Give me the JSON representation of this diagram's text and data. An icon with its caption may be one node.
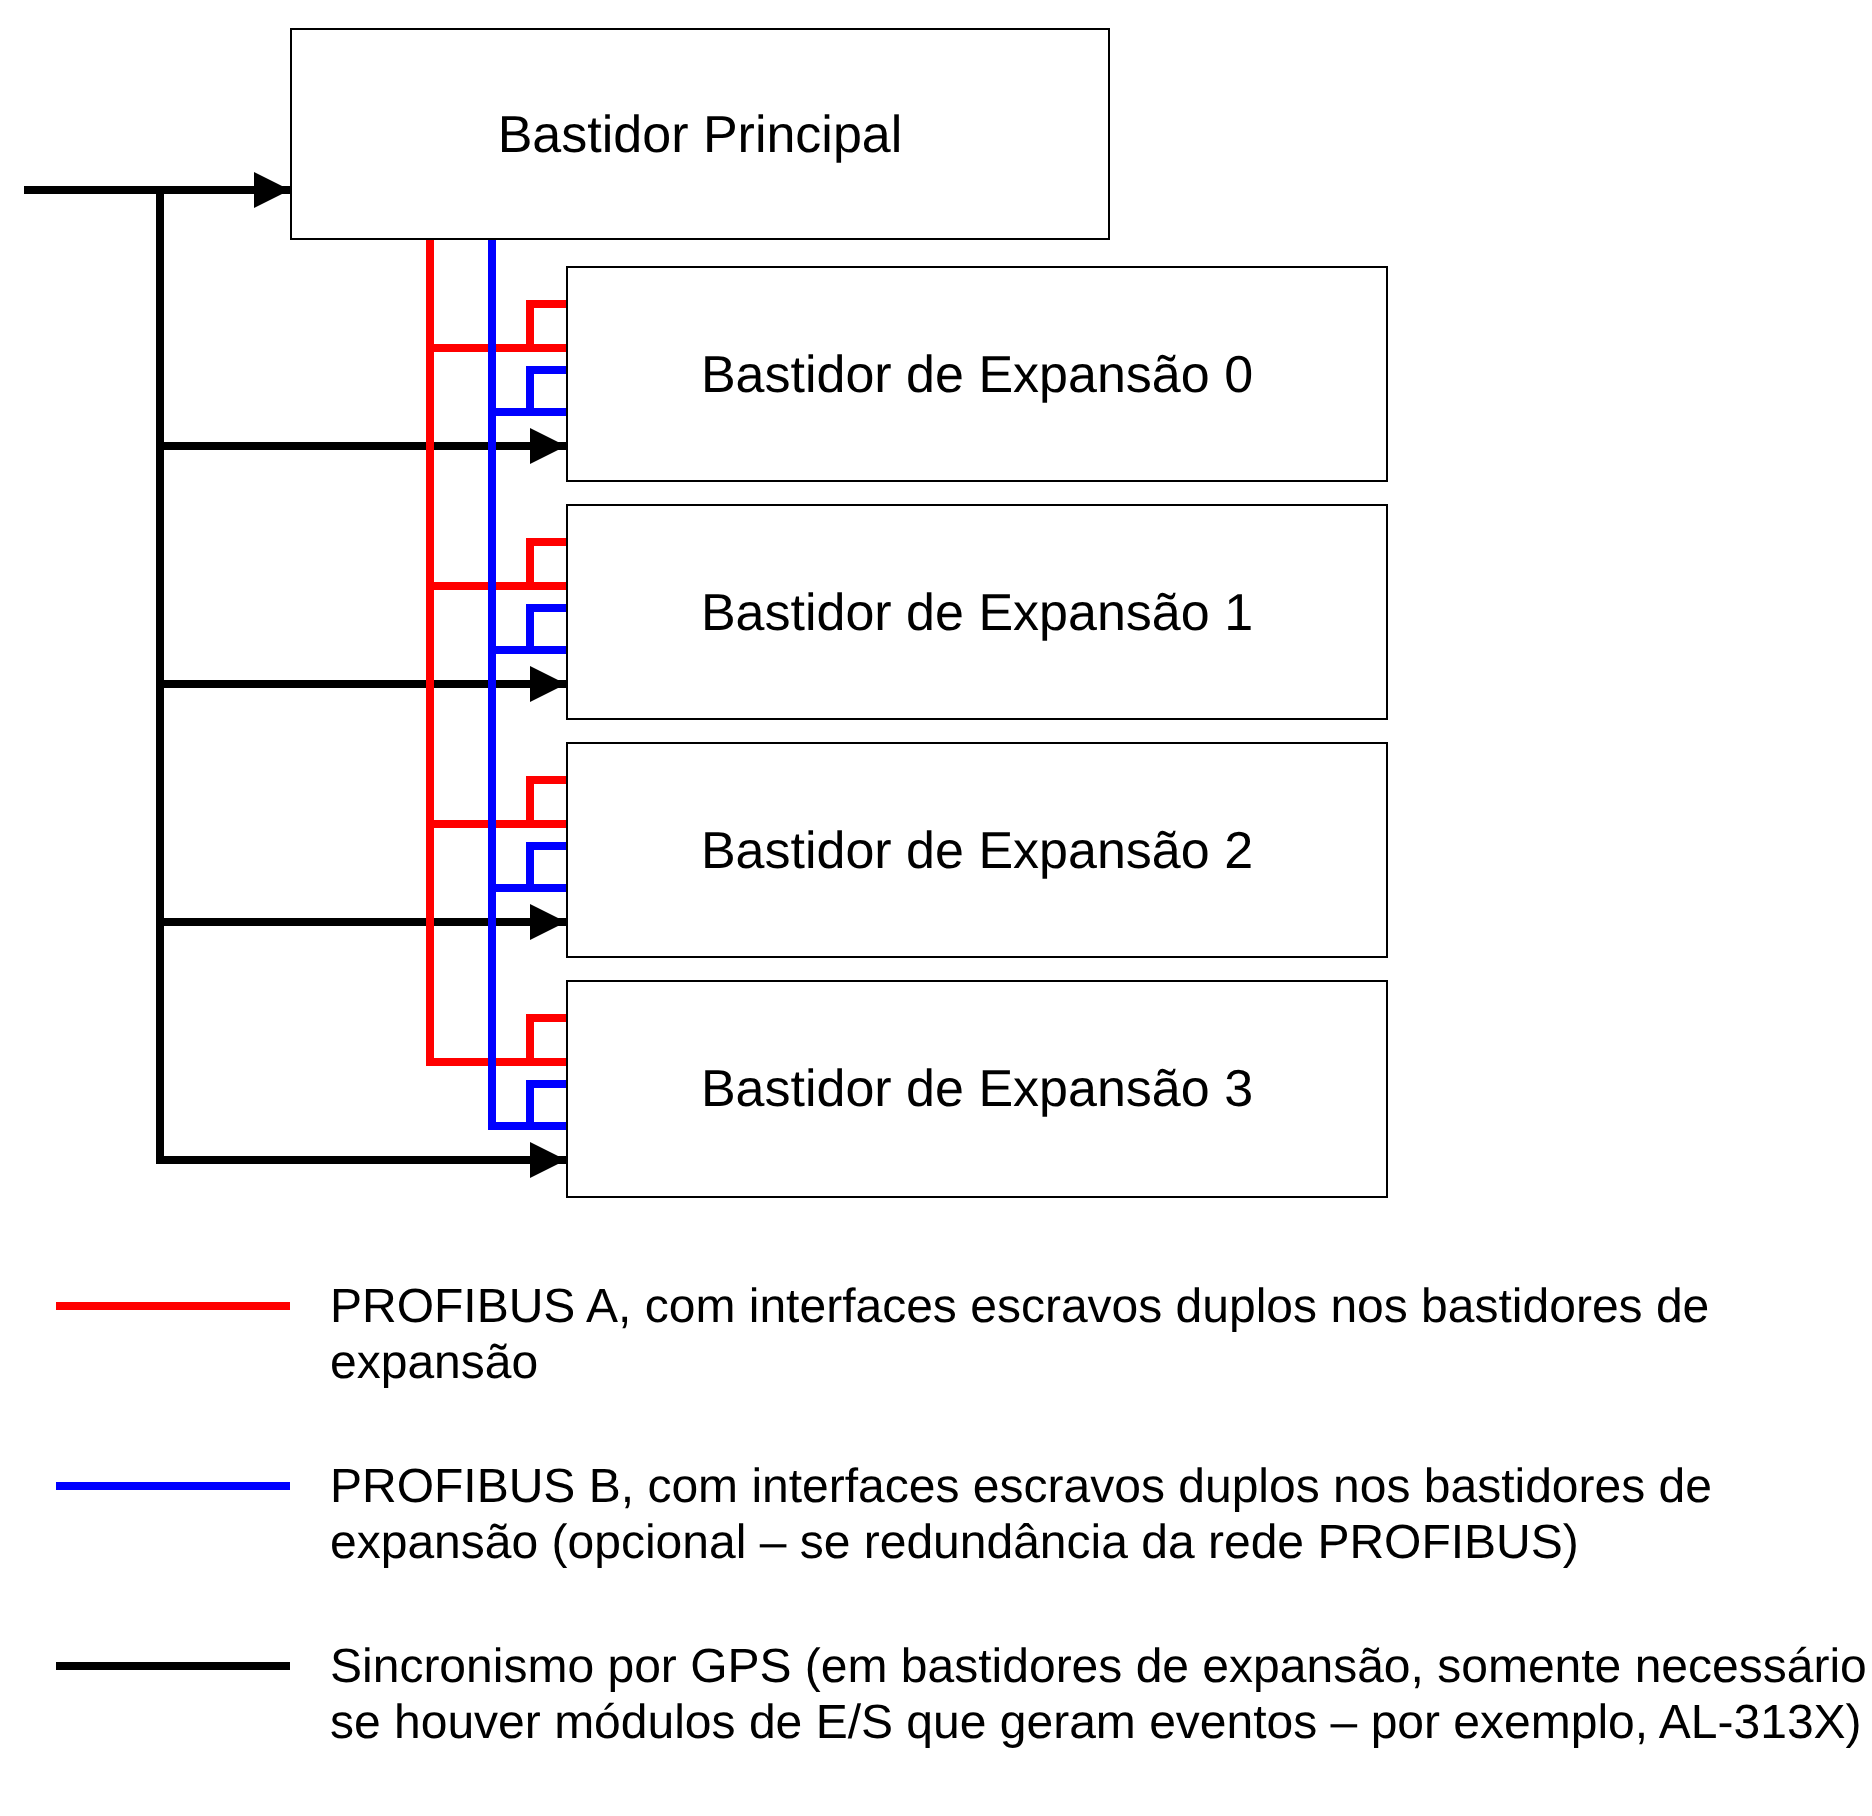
{
  "diagram": {
    "nodes": [
      {
        "text": [
          "Bastidor Principal"
        ]
      },
      {
        "text": [
          "Bastidor de Expansão 0"
        ]
      },
      {
        "text": [
          "Bastidor de Expansão 1"
        ]
      },
      {
        "text": [
          "Bastidor de Expansão 2"
        ]
      },
      {
        "text": [
          "Bastidor de Expansão 3"
        ]
      }
    ],
    "edges": [
      {
        "from": null,
        "to": 0,
        "arrow": "to"
      },
      {
        "from": null,
        "to": 1,
        "arrow": "to"
      },
      {
        "from": null,
        "to": 2,
        "arrow": "to"
      },
      {
        "from": null,
        "to": 3,
        "arrow": "to"
      },
      {
        "from": null,
        "to": 4,
        "arrow": "to"
      },
      {
        "from": 0,
        "to": 1,
        "arrow": "none",
        "color": "#ff0000"
      },
      {
        "from": 0,
        "to": 2,
        "arrow": "none",
        "color": "#ff0000"
      },
      {
        "from": 0,
        "to": 3,
        "arrow": "none",
        "color": "#ff0000"
      },
      {
        "from": 0,
        "to": 4,
        "arrow": "none",
        "color": "#ff0000"
      },
      {
        "from": 0,
        "to": 1,
        "arrow": "none",
        "color": "#0000ff"
      },
      {
        "from": 0,
        "to": 2,
        "arrow": "none",
        "color": "#0000ff"
      },
      {
        "from": 0,
        "to": 3,
        "arrow": "none",
        "color": "#0000ff"
      },
      {
        "from": 0,
        "to": 4,
        "arrow": "none",
        "color": "#0000ff"
      }
    ],
    "legend": [
      {
        "text": "PROFIBUS A, com interfaces escravos duplos nos bastidores de expansão",
        "color": "#ff0000"
      },
      {
        "text": "PROFIBUS B, com interfaces escravos duplos nos bastidores de expansão (opcional – se redundância da rede PROFIBUS)",
        "color": "#0000ff"
      },
      {
        "text": "Sincronismo por GPS (em bastidores de expansão, somente necessário se houver módulos de E/S que geram eventos – por exemplo, AL-313X)",
        "color": "#000000"
      }
    ]
  }
}
